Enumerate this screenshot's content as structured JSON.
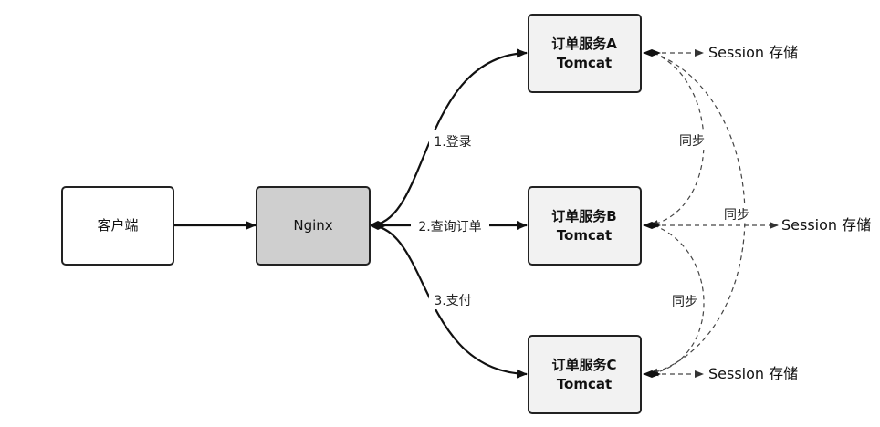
{
  "nodes": {
    "client": {
      "label": "客户端"
    },
    "nginx": {
      "label": "Nginx",
      "fill": "#cfcfcf"
    },
    "service_a": {
      "line1": "订单服务A",
      "line2": "Tomcat",
      "fill": "#f2f2f2"
    },
    "service_b": {
      "line1": "订单服务B",
      "line2": "Tomcat",
      "fill": "#f2f2f2"
    },
    "service_c": {
      "line1": "订单服务C",
      "line2": "Tomcat",
      "fill": "#f2f2f2"
    }
  },
  "edges": {
    "login": "1.登录",
    "query": "2.查询订单",
    "pay": "3.支付"
  },
  "sync_labels": {
    "a_b": "同步",
    "b_storage": "同步",
    "b_c": "同步"
  },
  "storage": {
    "a": "Session 存储",
    "b": "Session 存储",
    "c": "Session 存储"
  }
}
